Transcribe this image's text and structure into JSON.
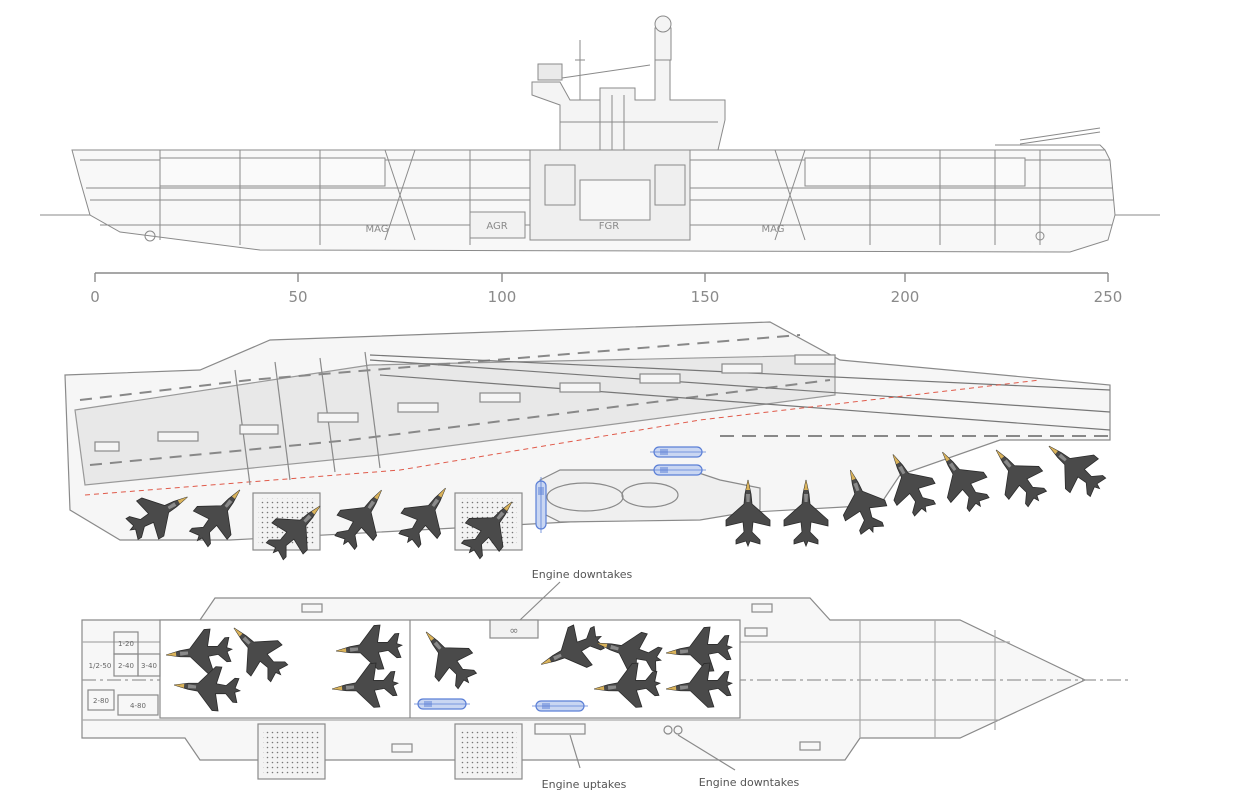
{
  "profile": {
    "labels": {
      "mag_fwd": "MAG",
      "agr": "AGR",
      "fgr": "FGR",
      "mag_aft": "MAG"
    }
  },
  "scale": {
    "ticks": [
      "0",
      "50",
      "100",
      "150",
      "200",
      "250"
    ]
  },
  "hangar": {
    "callouts": {
      "top": "Engine downtakes",
      "uptakes": "Engine uptakes",
      "downtakes_bottom": "Engine downtakes"
    },
    "bay_labels": [
      "1-20",
      "1/2-50",
      "2-40",
      "3-40",
      "2-80",
      "4-80"
    ]
  },
  "colors": {
    "line": "#8a8a8a",
    "fill": "#f2f2f2",
    "aircraft": "#4a4a4a",
    "aircraft_light": "#6d6d6d",
    "helicopter": "#5b7fd6",
    "landing_line": "#e05a4a"
  },
  "icons": {
    "aircraft": "fighter-jet-icon",
    "helicopter": "helicopter-icon",
    "lift": "aircraft-lift"
  }
}
